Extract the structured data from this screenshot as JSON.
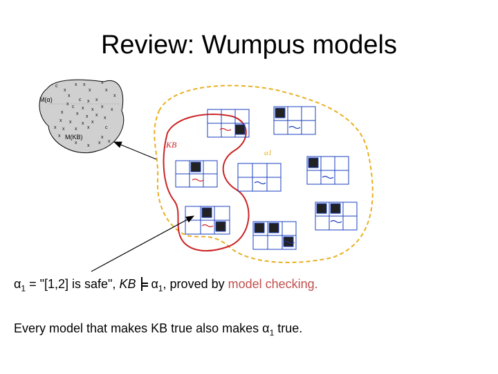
{
  "title": "Review:  Wumpus models",
  "set_diagram": {
    "label_m_alpha": "M(α)",
    "label_m_kb": "M(KB)",
    "mark": "x",
    "small_mark": "c"
  },
  "region_labels": {
    "kb": "KB",
    "alpha1": "α1"
  },
  "board_tokens": {
    "pit": "PIT",
    "breeze": "Breeze"
  },
  "bottom_text": {
    "alpha_symbol": "α",
    "alpha_sub": "1",
    "statement": " = \"[1,2] is safe\", ",
    "kb": "KB",
    "proved_prefix": ", proved by ",
    "method": "model checking.",
    "line2_prefix": "Every model that makes KB true also makes ",
    "line2_suffix": " true."
  },
  "colors": {
    "kb_region": "#cc2222",
    "alpha_region": "#e8b020",
    "grid_lines": "#1a3fbf",
    "highlight_text": "#c0504d",
    "pit_cell": "#222222"
  }
}
